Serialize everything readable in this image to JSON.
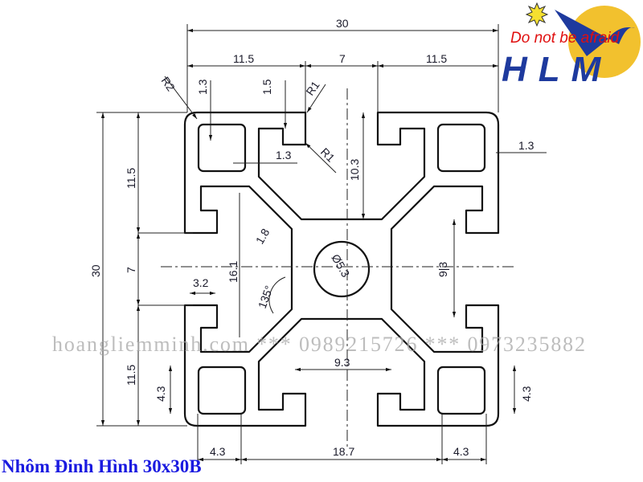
{
  "title": "Nhôm Đinh Hình 30x30B",
  "watermark": "hoangliemminh.com *** 0989215726 *** 0973235882",
  "logo": {
    "slogan": "Do not be afraid",
    "brand": "HLM",
    "colors": {
      "sun": "#f2c12e",
      "blue": "#1e3a9e",
      "red": "#e01010"
    }
  },
  "dimensions": {
    "overall_width": "30",
    "top_left": "11.5",
    "top_mid": "7",
    "top_right": "11.5",
    "lip_left": "1.3",
    "lip_mid": "1.5",
    "radius_outer": "R2",
    "radius_lip": "R1",
    "lip_inner": "1.3",
    "radius_inner": "R1",
    "wall_right": "1.3",
    "slot_depth": "10.3",
    "web": "1.8",
    "core": "16.1",
    "bore": "Ø5.3",
    "core_right": "9|3",
    "slot_width_left": "3.2",
    "angle": "135°",
    "core_bottom": "9.3",
    "left_upper": "11.5",
    "overall_height": "30",
    "left_mid": "7",
    "left_lower": "11.5",
    "pocket_left": "4.3",
    "pocket_right": "4.3",
    "bottom_left": "4.3",
    "bottom_mid": "18.7",
    "bottom_right": "4.3"
  }
}
